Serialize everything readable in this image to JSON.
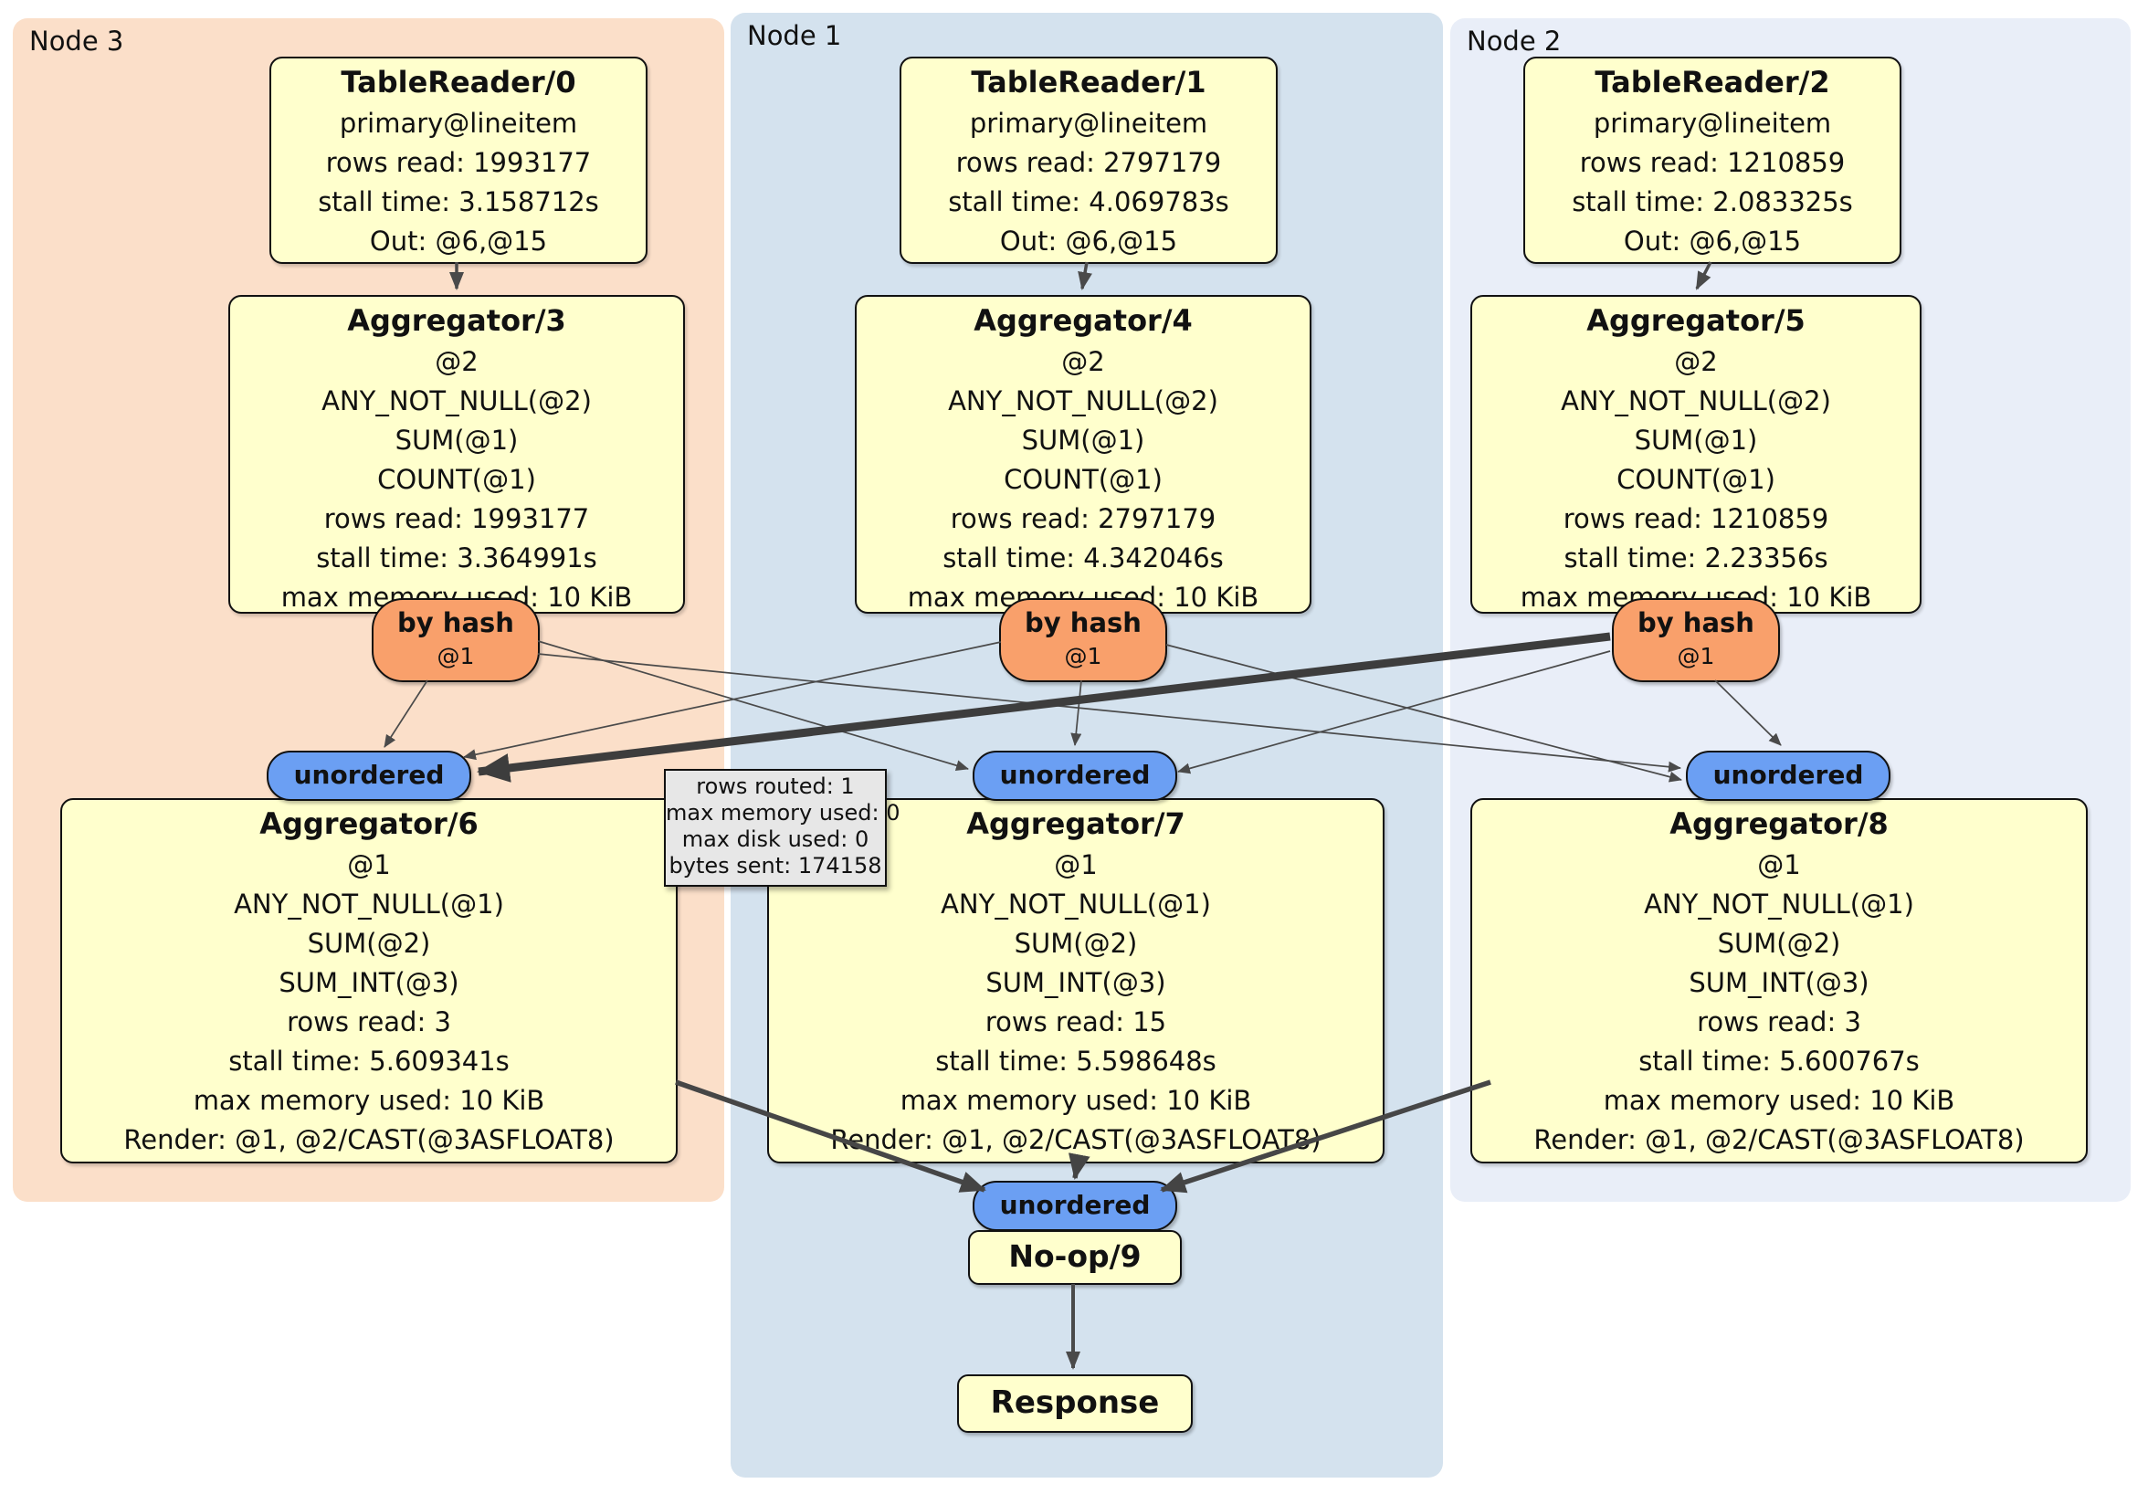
{
  "regions": [
    {
      "label": "Node 3"
    },
    {
      "label": "Node 1"
    },
    {
      "label": "Node 2"
    }
  ],
  "table_readers": [
    {
      "title": "TableReader/0",
      "lines": [
        "primary@lineitem",
        "rows read: 1993177",
        "stall time: 3.158712s",
        "Out: @6,@15"
      ]
    },
    {
      "title": "TableReader/1",
      "lines": [
        "primary@lineitem",
        "rows read: 2797179",
        "stall time: 4.069783s",
        "Out: @6,@15"
      ]
    },
    {
      "title": "TableReader/2",
      "lines": [
        "primary@lineitem",
        "rows read: 1210859",
        "stall time: 2.083325s",
        "Out: @6,@15"
      ]
    }
  ],
  "aggregators_top": [
    {
      "title": "Aggregator/3",
      "lines": [
        "@2",
        "ANY_NOT_NULL(@2)",
        "SUM(@1)",
        "COUNT(@1)",
        "rows read: 1993177",
        "stall time: 3.364991s",
        "max memory used: 10 KiB"
      ]
    },
    {
      "title": "Aggregator/4",
      "lines": [
        "@2",
        "ANY_NOT_NULL(@2)",
        "SUM(@1)",
        "COUNT(@1)",
        "rows read: 2797179",
        "stall time: 4.342046s",
        "max memory used: 10 KiB"
      ]
    },
    {
      "title": "Aggregator/5",
      "lines": [
        "@2",
        "ANY_NOT_NULL(@2)",
        "SUM(@1)",
        "COUNT(@1)",
        "rows read: 1210859",
        "stall time: 2.23356s",
        "max memory used: 10 KiB"
      ]
    }
  ],
  "routers": [
    {
      "title": "by hash",
      "subtitle": "@1"
    },
    {
      "title": "by hash",
      "subtitle": "@1"
    },
    {
      "title": "by hash",
      "subtitle": "@1"
    }
  ],
  "syncs": [
    {
      "label": "unordered"
    },
    {
      "label": "unordered"
    },
    {
      "label": "unordered"
    },
    {
      "label": "unordered"
    }
  ],
  "aggregators_bottom": [
    {
      "title": "Aggregator/6",
      "lines": [
        "@1",
        "ANY_NOT_NULL(@1)",
        "SUM(@2)",
        "SUM_INT(@3)",
        "rows read: 3",
        "stall time: 5.609341s",
        "max memory used: 10 KiB",
        "Render: @1, @2/CAST(@3ASFLOAT8)"
      ]
    },
    {
      "title": "Aggregator/7",
      "lines": [
        "@1",
        "ANY_NOT_NULL(@1)",
        "SUM(@2)",
        "SUM_INT(@3)",
        "rows read: 15",
        "stall time: 5.598648s",
        "max memory used: 10 KiB",
        "Render: @1, @2/CAST(@3ASFLOAT8)"
      ]
    },
    {
      "title": "Aggregator/8",
      "lines": [
        "@1",
        "ANY_NOT_NULL(@1)",
        "SUM(@2)",
        "SUM_INT(@3)",
        "rows read: 3",
        "stall time: 5.600767s",
        "max memory used: 10 KiB",
        "Render: @1, @2/CAST(@3ASFLOAT8)"
      ]
    }
  ],
  "tooltip": {
    "lines": [
      "rows routed: 1",
      "max memory used: 0",
      "max disk used: 0",
      "bytes sent: 174158"
    ]
  },
  "noop": {
    "title": "No-op/9"
  },
  "response": {
    "title": "Response"
  },
  "colors": {
    "node3_bg": "#fbdfc9",
    "node1_bg": "#d4e2ee",
    "node2_bg": "#e9eef8",
    "box_bg": "#ffffcd",
    "router_bg": "#f9a06b",
    "sync_bg": "#6b9ff3",
    "tooltip_bg": "#e7e7e7",
    "edge": "#4a4a4a"
  }
}
